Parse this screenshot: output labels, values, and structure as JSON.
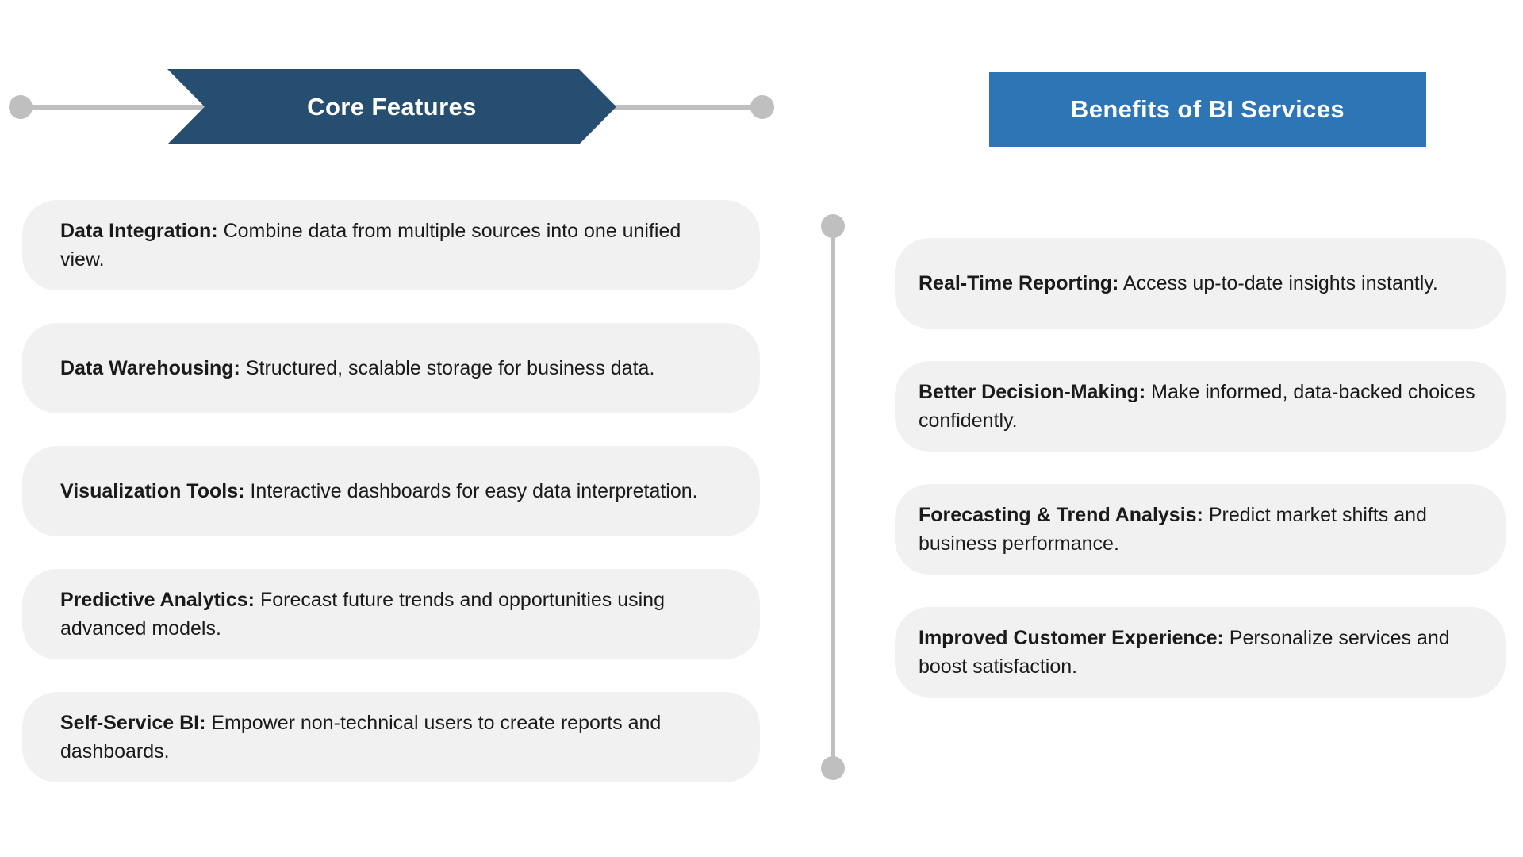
{
  "colors": {
    "banner": "#254E70",
    "header": "#2E75B6",
    "connector": "#BFBFBF",
    "card_bg": "#F1F1F2",
    "text": "#1A1A1A",
    "title_text": "#FFFFFF"
  },
  "left": {
    "title": "Core Features",
    "items": [
      {
        "label": "Data Integration:",
        "text": " Combine data from multiple sources into one unified view."
      },
      {
        "label": "Data Warehousing:",
        "text": " Structured, scalable storage for business data."
      },
      {
        "label": "Visualization Tools:",
        "text": " Interactive dashboards for easy data interpretation."
      },
      {
        "label": "Predictive Analytics:",
        "text": " Forecast future trends and opportunities using advanced models."
      },
      {
        "label": "Self-Service BI:",
        "text": " Empower non-technical users to create reports and dashboards."
      }
    ]
  },
  "right": {
    "title": "Benefits of BI Services",
    "items": [
      {
        "label": "Real-Time Reporting:",
        "text": " Access up-to-date insights instantly."
      },
      {
        "label": "Better Decision-Making:",
        "text": " Make informed, data-backed choices confidently."
      },
      {
        "label": "Forecasting & Trend Analysis:",
        "text": " Predict market shifts and business performance."
      },
      {
        "label": "Improved Customer Experience:",
        "text": " Personalize services and boost satisfaction."
      }
    ]
  }
}
